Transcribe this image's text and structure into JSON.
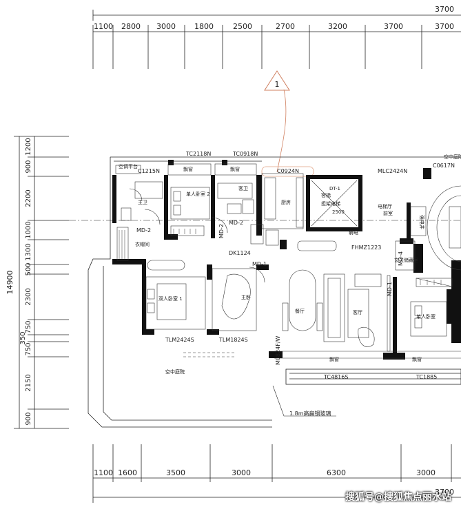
{
  "dims_top": {
    "total": "3700",
    "segments": [
      "1100",
      "2800",
      "3000",
      "1800",
      "2500",
      "2700",
      "3200",
      "3700"
    ]
  },
  "dims_bottom": {
    "total": "3700",
    "segments": [
      "1100",
      "1600",
      "3500",
      "3000",
      "6300",
      "3000"
    ]
  },
  "dims_left": {
    "total": "14900",
    "segments": [
      "1200",
      "900",
      "2200",
      "1000",
      "1300",
      "500",
      "2300",
      "750",
      "350",
      "750",
      "2150",
      "900"
    ]
  },
  "revision_tag": "1",
  "window_tags": [
    "TC2118N",
    "TC0918N",
    "C1215N",
    "C0924N",
    "MLC2424N",
    "C0617N",
    "TLM2424S",
    "TLM1824S",
    "TC4816S",
    "TC1885",
    "DK1124",
    "FHMZ1223",
    "M0824F/W"
  ],
  "door_tags": [
    "MD-2",
    "MD-2",
    "MD-2",
    "MD-1",
    "MD-1",
    "MD-4"
  ],
  "rooms": {
    "bedroom2": "单人卧室 2",
    "bedroom1": "双人卧室 1",
    "bedroom_single": "单人卧室",
    "bath_guest": "客卫",
    "bath_master": "主卫",
    "kitchen": "厨房",
    "elevator": "客梯",
    "elevator_sub": "担架电梯",
    "elevator_size": "2500",
    "elevator_id": "DT-1",
    "lift_hall": "电梯厅",
    "lift_hall_sub": "前室",
    "dining": "餐厅",
    "living": "客厅",
    "entry": "玄关",
    "storage": "储藏室",
    "wardrobe": "衣帽间",
    "master": "主卧",
    "sky_garden": "空中庭院",
    "shaft": "强电井",
    "bay1": "飘窗",
    "bay2": "飘窗",
    "bay3": "飘窗",
    "bay4": "飘窗",
    "ac": "空调平台",
    "sky_top": "空中庭院",
    "weak": "弱电"
  },
  "note": "1.8m高扁钢玻璃",
  "watermark": "搜狐号@搜狐焦点丽水站"
}
